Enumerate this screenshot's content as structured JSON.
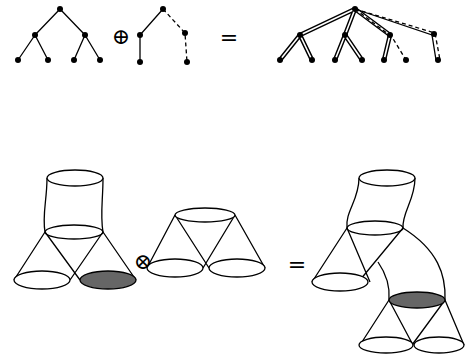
{
  "diagram": {
    "labels": [
      "⊕",
      "=",
      "⊗",
      "="
    ]
  }
}
